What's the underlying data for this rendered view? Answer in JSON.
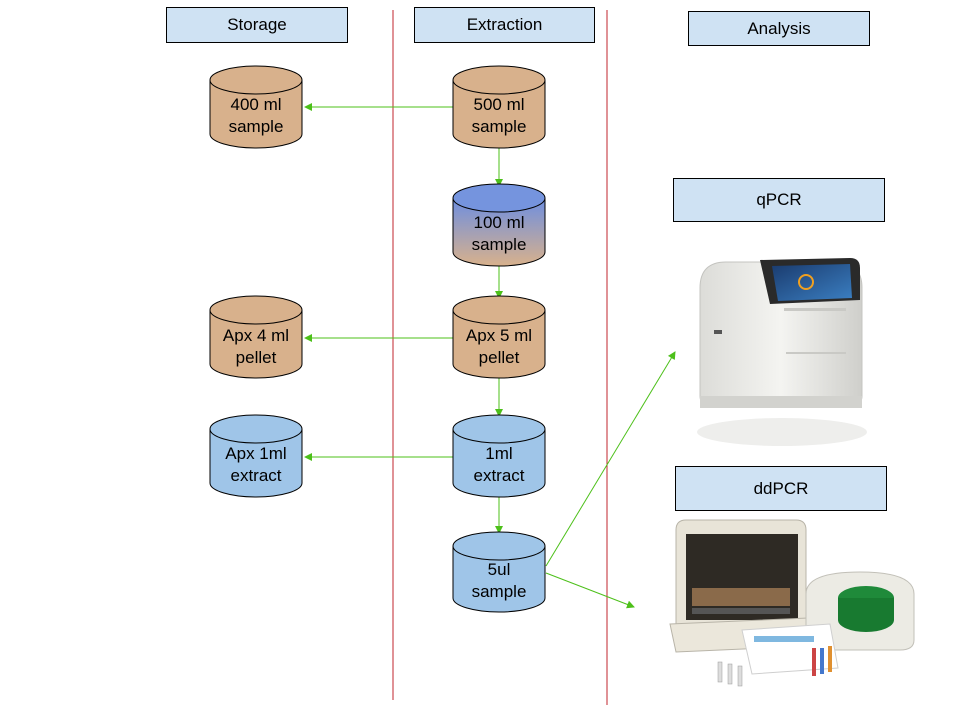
{
  "headers": {
    "storage": "Storage",
    "extraction": "Extraction",
    "analysis": "Analysis",
    "qpcr": "qPCR",
    "ddpcr": "ddPCR"
  },
  "cylinders": {
    "extract_500": {
      "line1": "500 ml",
      "line2": "sample"
    },
    "extract_100": {
      "line1": "100 ml",
      "line2": "sample"
    },
    "extract_pellet": {
      "line1": "Apx 5 ml",
      "line2": "pellet"
    },
    "extract_1ml": {
      "line1": "1ml",
      "line2": "extract"
    },
    "extract_5ul": {
      "line1": "5ul",
      "line2": "sample"
    },
    "storage_400": {
      "line1": "400 ml",
      "line2": "sample"
    },
    "storage_pellet": {
      "line1": "Apx 4 ml",
      "line2": "pellet"
    },
    "storage_extract": {
      "line1": "Apx 1ml",
      "line2": "extract"
    }
  },
  "colors": {
    "tan": "#d8b18c",
    "blue": "#9fc5e8",
    "gradient_top": "#6d8ee0",
    "arrow": "#4dc01a",
    "divider": "#c0262c",
    "header_fill": "#cfe2f3"
  },
  "instruments": {
    "qpcr_icon": "qpcr-instrument-image",
    "ddpcr_icon": "ddpcr-instrument-image"
  }
}
